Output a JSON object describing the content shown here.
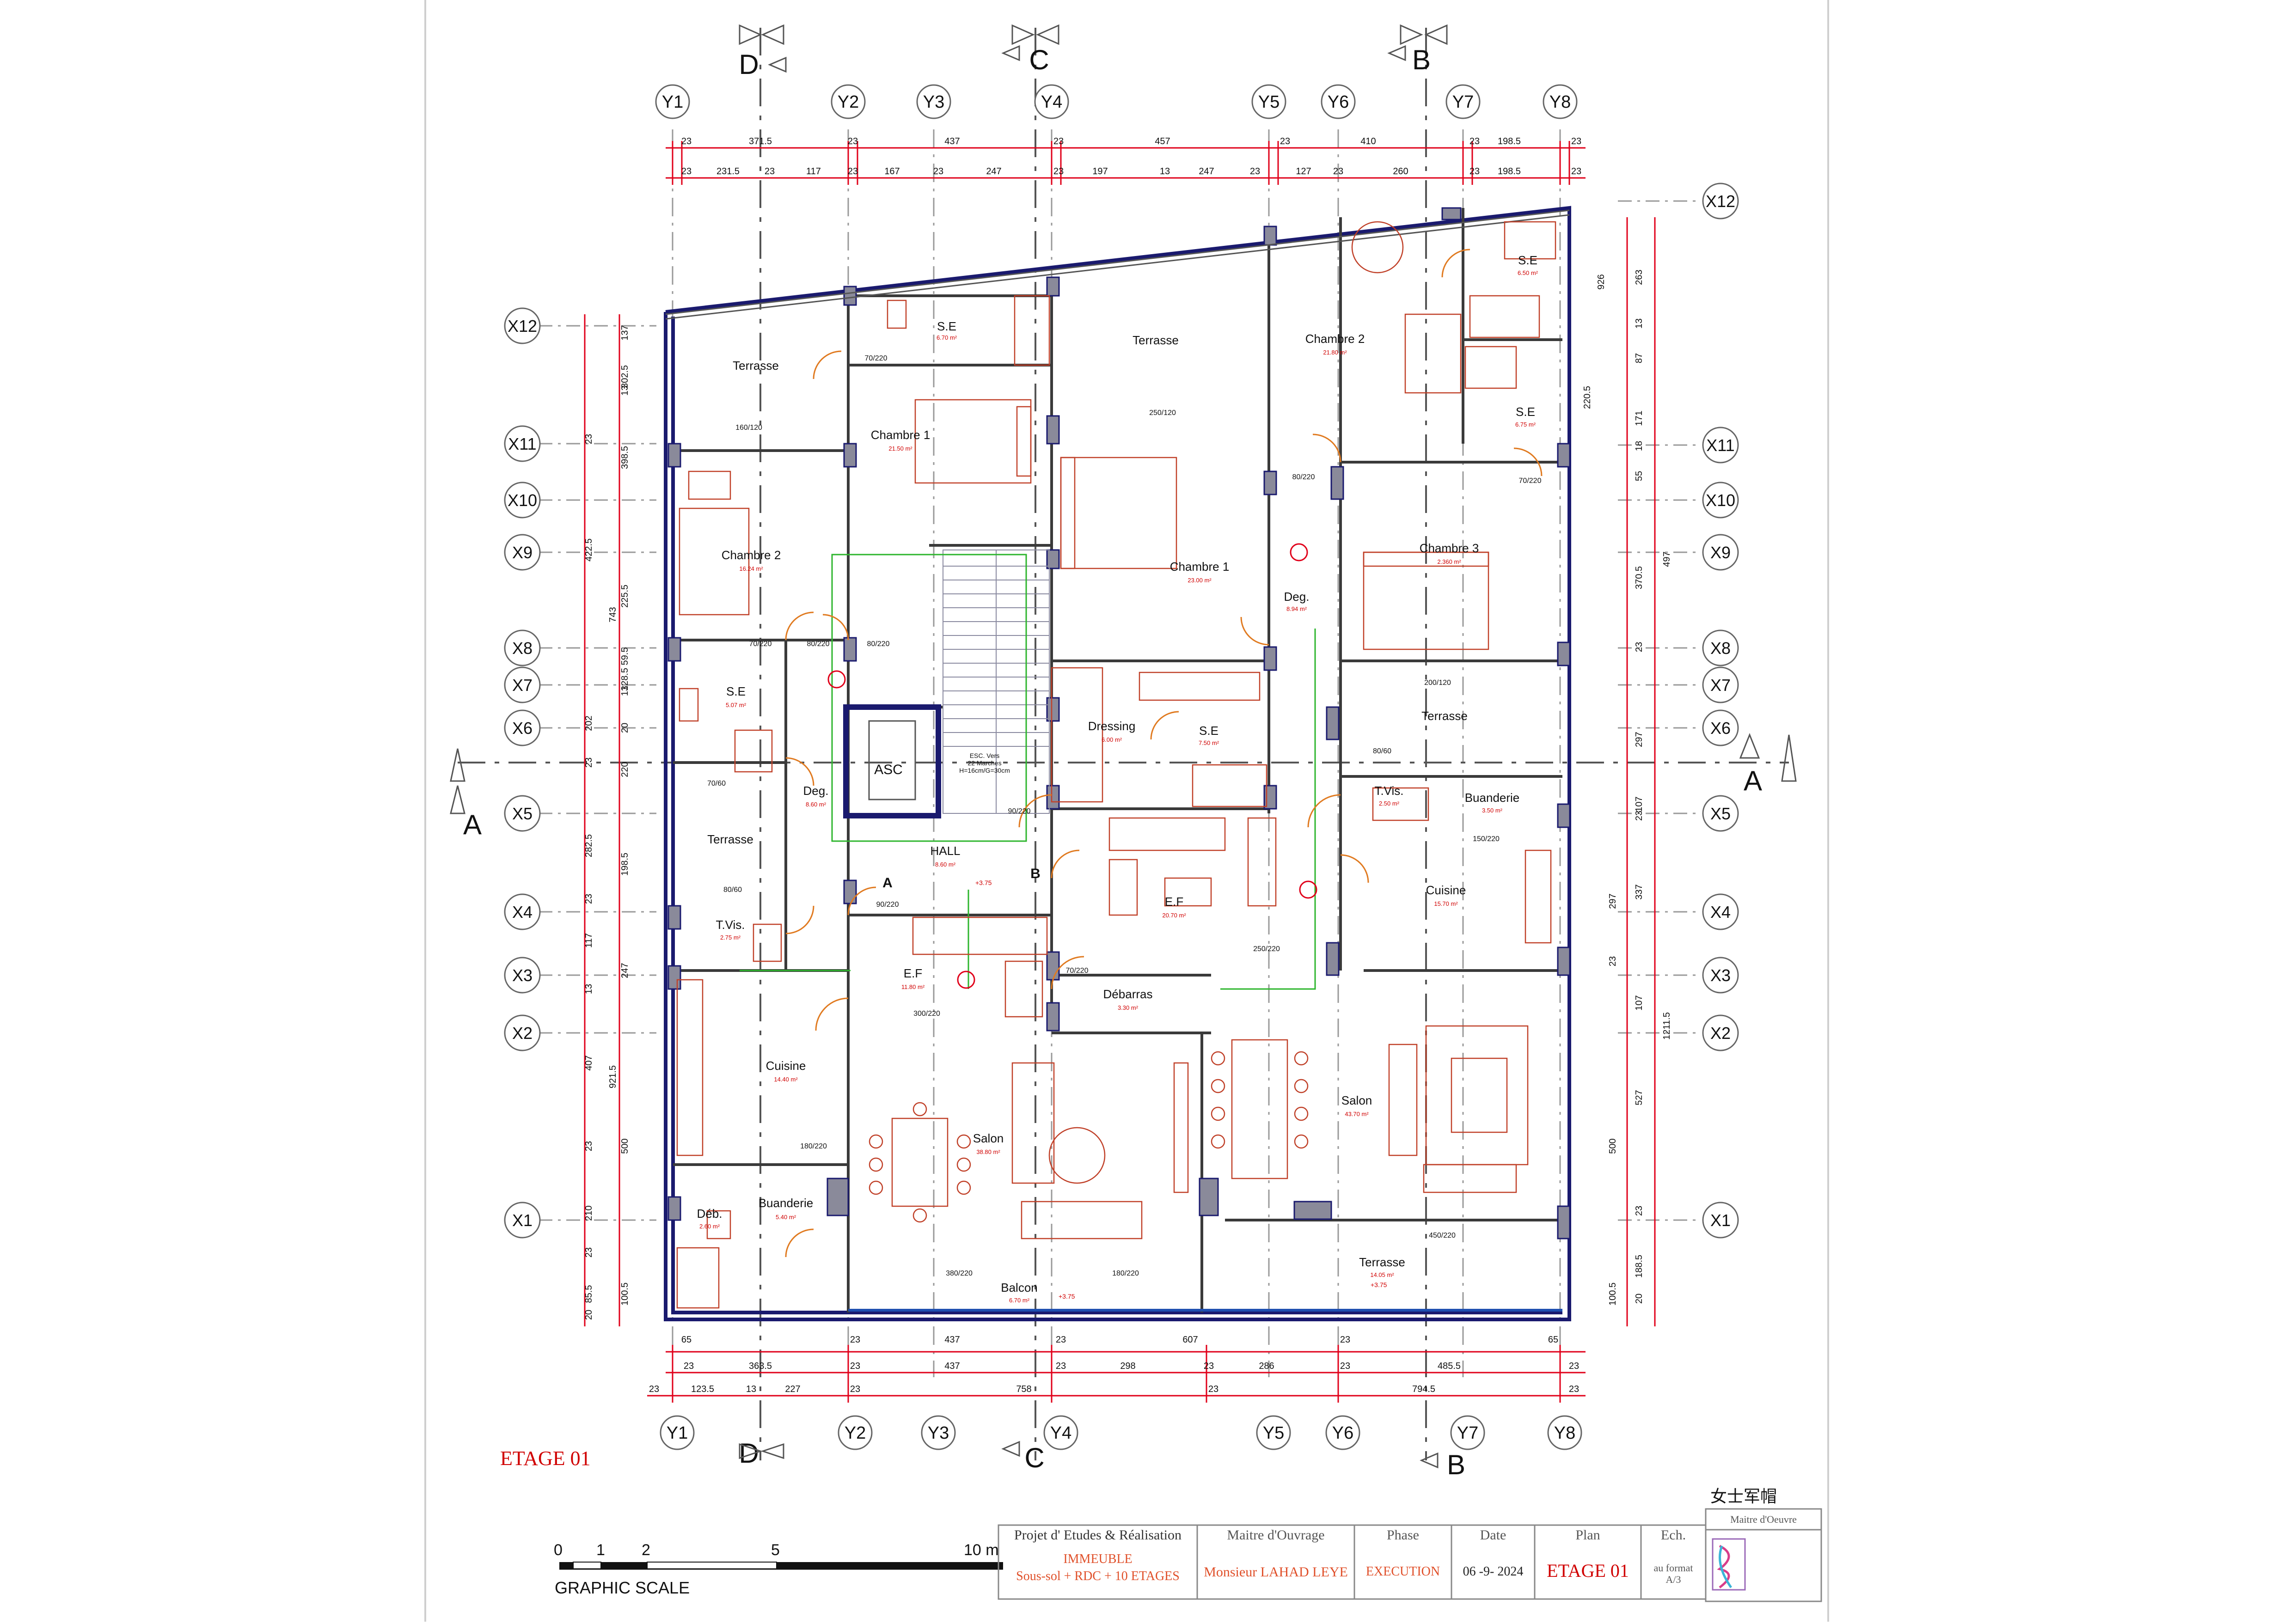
{
  "grid": {
    "y_axes": [
      "Y1",
      "Y2",
      "Y3",
      "Y4",
      "Y5",
      "Y6",
      "Y7",
      "Y8"
    ],
    "x_axes_left": [
      "X12",
      "X11",
      "X10",
      "X9",
      "X8",
      "X7",
      "X6",
      "X5",
      "X4",
      "X3",
      "X2",
      "X1"
    ],
    "x_axes_right": [
      "X12",
      "X11",
      "X10",
      "X9",
      "X8",
      "X7",
      "X6",
      "X5",
      "X4",
      "X3",
      "X2",
      "X1"
    ]
  },
  "sections": {
    "d_top": "D",
    "c_top": "C",
    "b_top": "B",
    "d_bottom": "D",
    "c_bottom": "C",
    "b_bottom": "B",
    "a_left": "A",
    "a_right": "A"
  },
  "dims": {
    "top1": [
      "23",
      "371.5",
      "23",
      "437",
      "23",
      "457",
      "23",
      "410",
      "23",
      "198.5",
      "23"
    ],
    "top2": [
      "23",
      "231.5",
      "23",
      "117",
      "23",
      "167",
      "23",
      "247",
      "23",
      "197",
      "13",
      "247",
      "23",
      "127",
      "23",
      "260",
      "23",
      "198.5",
      "23"
    ],
    "bottom1": [
      "65",
      "65"
    ],
    "bottom2": [
      "23",
      "363.5",
      "23",
      "437",
      "23",
      "298",
      "23",
      "286",
      "23",
      "485.5",
      "23"
    ],
    "bottom3": [
      "23",
      "123.5",
      "13",
      "227",
      "23",
      "758",
      "23",
      "794.5",
      "23"
    ],
    "bottom_mid": [
      "23",
      "437",
      "23",
      "607",
      "23"
    ],
    "left_outer": [
      "137",
      "302.5",
      "13",
      "398.5",
      "23",
      "422.5",
      "225.5",
      "59.5",
      "128.5",
      "13",
      "202",
      "20",
      "23",
      "220",
      "282.5",
      "198.5",
      "23",
      "117",
      "247",
      "13",
      "407",
      "23",
      "210",
      "23",
      "85.5",
      "20"
    ],
    "left_inner": [
      "743",
      "921.5",
      "500",
      "100.5"
    ],
    "right_outer": [
      "263",
      "13",
      "87",
      "171",
      "18",
      "55",
      "370.5",
      "23",
      "297",
      "23",
      "107",
      "337",
      "297",
      "23",
      "107",
      "527",
      "23",
      "188.5",
      "20"
    ],
    "right_inner": [
      "497",
      "1211.5",
      "500",
      "100.5",
      "926",
      "220.5"
    ]
  },
  "rooms": [
    {
      "name": "Terrasse",
      "area": ""
    },
    {
      "name": "S.E",
      "area": "6.70 m²"
    },
    {
      "name": "Chambre 1",
      "area": "21.50 m²"
    },
    {
      "name": "Chambre 2",
      "area": "16.24 m²"
    },
    {
      "name": "S.E",
      "area": "5.07 m²"
    },
    {
      "name": "Deg.",
      "area": "8.60 m²"
    },
    {
      "name": "Terrasse",
      "area": ""
    },
    {
      "name": "T.Vis.",
      "area": "2.75 m²"
    },
    {
      "name": "Cuisine",
      "area": "14.40 m²"
    },
    {
      "name": "Déb.",
      "area": "2.60 m²"
    },
    {
      "name": "Buanderie",
      "area": "5.40 m²"
    },
    {
      "name": "ASC",
      "area": ""
    },
    {
      "name": "HALL",
      "area": "8.60 m²"
    },
    {
      "name": "E.F",
      "area": "11.80 m²"
    },
    {
      "name": "Salon",
      "area": "38.80 m²"
    },
    {
      "name": "Balcon",
      "area": "6.70 m²"
    },
    {
      "name": "Terrasse",
      "area": ""
    },
    {
      "name": "Chambre 1",
      "area": "23.00 m²"
    },
    {
      "name": "Dressing",
      "area": "6.00 m²"
    },
    {
      "name": "S.E",
      "area": "7.50 m²"
    },
    {
      "name": "E.F",
      "area": "20.70 m²"
    },
    {
      "name": "Débarras",
      "area": "3.30 m²"
    },
    {
      "name": "Deg.",
      "area": "8.94 m²"
    },
    {
      "name": "Chambre 2",
      "area": "21.80 m²"
    },
    {
      "name": "S.E",
      "area": "6.50 m²"
    },
    {
      "name": "S.E",
      "area": "6.75 m²"
    },
    {
      "name": "Chambre 3",
      "area": "2.360 m²"
    },
    {
      "name": "Terrasse",
      "area": ""
    },
    {
      "name": "T.Vis.",
      "area": "2.50 m²"
    },
    {
      "name": "Buanderie",
      "area": "3.50 m²"
    },
    {
      "name": "Cuisine",
      "area": "15.70 m²"
    },
    {
      "name": "Salon",
      "area": "43.70 m²"
    },
    {
      "name": "Terrasse",
      "area": "14.05 m²"
    }
  ],
  "labels": {
    "stair_note_1": "ESC. Vers",
    "stair_note_2": "22 Marches",
    "stair_note_3": "H=16cm/G=30cm",
    "point_a": "A",
    "point_b": "B",
    "level_1": "+3.75",
    "level_2": "+3.75",
    "level_3": "+3.75",
    "door_1": "70/220",
    "door_2": "80/220",
    "door_3": "80/220",
    "door_4": "70/220",
    "door_5": "90/220",
    "door_6": "90/220",
    "door_7": "180/220",
    "door_8": "300/220",
    "door_9": "380/220",
    "door_10": "180/220",
    "door_11": "450/220",
    "door_12": "250/220",
    "door_13": "70/220",
    "door_14": "80/220",
    "door_15": "150/220",
    "door_16": "80/60",
    "door_17": "70/60",
    "door_18": "250/120",
    "door_19": "200/120",
    "door_20": "160/120",
    "window_1": "80/60",
    "window_2": "70/220"
  },
  "scale": {
    "ticks": [
      "0",
      "1",
      "2",
      "5",
      "10 m"
    ],
    "caption": "GRAPHIC SCALE"
  },
  "floor_label": "ETAGE 01",
  "stamp_text": "女士军帽",
  "title_block": {
    "project_header": "Projet  d' Etudes & Réalisation",
    "project_line1": "IMMEUBLE",
    "project_line2": "Sous-sol + RDC + 10 ETAGES",
    "owner_header": "Maitre d'Ouvrage",
    "owner_value": "Monsieur  LAHAD LEYE",
    "phase_header": "Phase",
    "phase_value": "EXECUTION",
    "date_header": "Date",
    "date_value": "06 -9- 2024",
    "plan_header": "Plan",
    "plan_value": "ETAGE 01",
    "scale_header": "Ech.",
    "scale_value_1": "au format",
    "scale_value_2": "A/3",
    "oeuvre_header": "Maitre d'Oeuvre"
  },
  "colors": {
    "wall": "#1a1a6e",
    "dimension": "#e0001a",
    "furniture": "#c04028",
    "grid_line": "#888888",
    "green": "#2db52d",
    "cyan": "#00a8d8",
    "red_text": "#d00000"
  }
}
